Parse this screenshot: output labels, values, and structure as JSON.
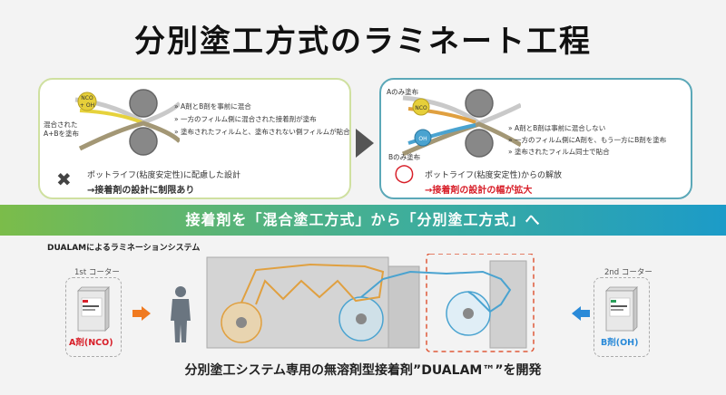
{
  "title": "分別塗工方式のラミネート工程",
  "left_panel": {
    "roll_label_1": "NCO",
    "roll_label_2": "+ OH",
    "side_label_1": "混合された",
    "side_label_2": "A+Bを塗布",
    "bullets": [
      "A剤とB剤を事前に混合",
      "一方のフィルム側に混合された接着剤が塗布",
      "塗布されたフィルムと、塗布されない側フィルムが貼合"
    ],
    "eval_mark": "✖",
    "eval_line1": "ポットライフ(粘度安定性)に配慮した設計",
    "eval_line2": "→接着剤の設計に制限あり"
  },
  "right_panel": {
    "top_label": "Aのみ塗布",
    "bottom_label": "Bのみ塗布",
    "roll_a": "NCO",
    "roll_b": "OH",
    "bullets": [
      "A剤とB剤は事前に混合しない",
      "一方のフィルム側にA剤を、もう一方にB剤を塗布",
      "塗布されたフィルム同士で貼合"
    ],
    "eval_mark": "○",
    "eval_line1": "ポットライフ(粘度安定性)からの解放",
    "eval_line2": "→接着剤の設計の幅が拡大"
  },
  "banner": "接着剤を「混合塗工方式」から「分別塗工方式」へ",
  "system_label": "DUALAMによるラミネーションシステム",
  "coater1": {
    "label": "1st コーター",
    "name": "A剤(NCO)"
  },
  "coater2": {
    "label": "2nd コーター",
    "name": "B剤(OH)"
  },
  "caption": "分別塗工システム専用の無溶剤型接着剤”DUALAM™”を開発",
  "colors": {
    "left_border": "#cfe0a0",
    "right_border": "#5ba8b8",
    "accent_red": "#d8202a",
    "orange_line": "#e0a040",
    "blue_line": "#4aa3d0",
    "arrow_orange": "#f07a20",
    "arrow_blue": "#2a8ad8"
  }
}
